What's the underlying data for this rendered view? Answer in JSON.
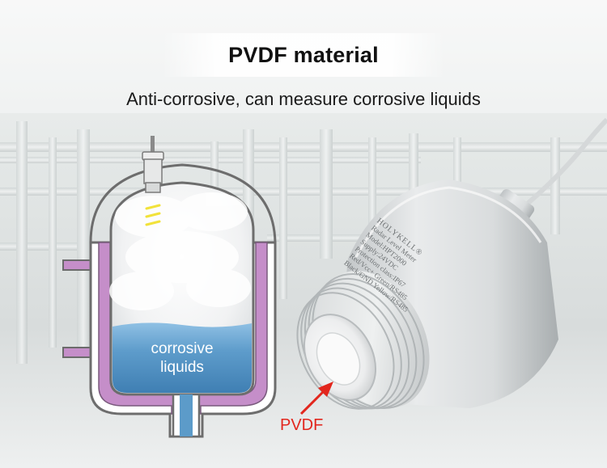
{
  "title": "PVDF material",
  "subtitle": "Anti-corrosive, can measure corrosive liquids",
  "tank": {
    "label_line1": "corrosive",
    "label_line2": "liquids"
  },
  "sensor": {
    "brand": "HOLYKELL®",
    "model_lines": [
      "Radar Level Meter",
      "Model:HPT2000",
      "Supply:24VDC",
      "Protection class:IP67",
      "Red/Vcc+     Green/RS485",
      "Black/GND    Yellow/RS485"
    ]
  },
  "callout": {
    "label": "PVDF",
    "color": "#e2261d"
  },
  "colors": {
    "liquid": "#5c9bc9",
    "jacket": "#c58ec9",
    "pointer": "#e2261d"
  }
}
